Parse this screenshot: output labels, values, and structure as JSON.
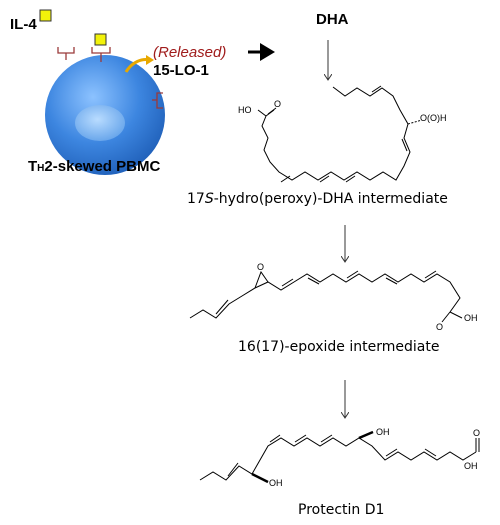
{
  "cell": {
    "il4_label": "IL-4",
    "released_label": "(Released)",
    "enzyme_label": "15-LO-1",
    "cell_label_prefix": "T",
    "cell_label_subscript": "H",
    "cell_label_suffix": "2-skewed PBMC",
    "cell_color": "#3d86e0",
    "il4_color": "#f2f20a"
  },
  "pathway": {
    "substrate_label": "DHA",
    "intermediate1_label_prefix": "17",
    "intermediate1_label_italic": "S",
    "intermediate1_label_suffix": "-hydro(peroxy)-DHA intermediate",
    "intermediate2_label": "16(17)-epoxide intermediate",
    "product_label": "Protectin D1"
  },
  "structure_labels": {
    "hydroperoxide_group": "O(O)H",
    "acid_oh_1": "HO",
    "acid_o_1": "O",
    "acid_o_2": "O",
    "acid_oh_2": "OH",
    "epoxide_o": "O",
    "pd1_oh_1": "OH",
    "pd1_oh_2": "OH",
    "pd1_acid_o": "O",
    "pd1_acid_oh": "OH"
  }
}
